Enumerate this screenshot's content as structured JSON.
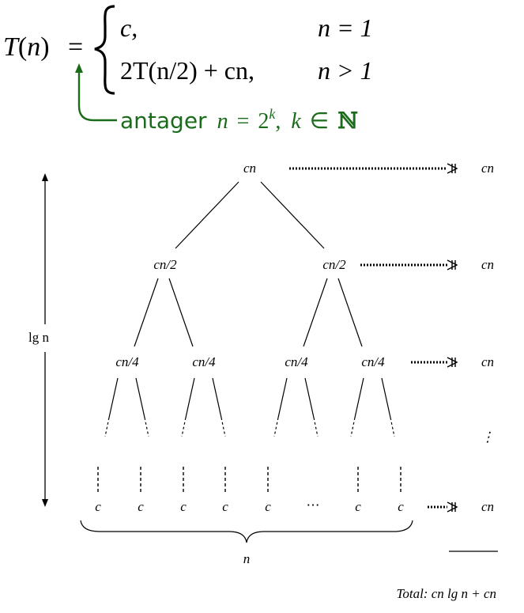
{
  "recurrence": {
    "lhs_func": "T",
    "lhs_arg": "n",
    "eq": "=",
    "case1_value": "c,",
    "case1_cond": "n = 1",
    "case2_value": "2T(n/2) + cn,",
    "case2_cond": "n > 1"
  },
  "annotation": {
    "word": "antager",
    "n": "n",
    "eq": "=",
    "base": "2",
    "exp": "k",
    "sep": ",",
    "k": "k",
    "in": "∈",
    "set": "ℕ",
    "color": "#1a6b1a"
  },
  "tree": {
    "root": "cn",
    "level1": [
      "cn/2",
      "cn/2"
    ],
    "level2": [
      "cn/4",
      "cn/4",
      "cn/4",
      "cn/4"
    ],
    "leaves": [
      "c",
      "c",
      "c",
      "c",
      "c",
      "⋯",
      "c",
      "c"
    ],
    "height_label": "lg n",
    "width_label": "n",
    "level_costs": [
      "cn",
      "cn",
      "cn",
      "⋮",
      "cn"
    ],
    "total": "Total: cn lg n + cn"
  }
}
